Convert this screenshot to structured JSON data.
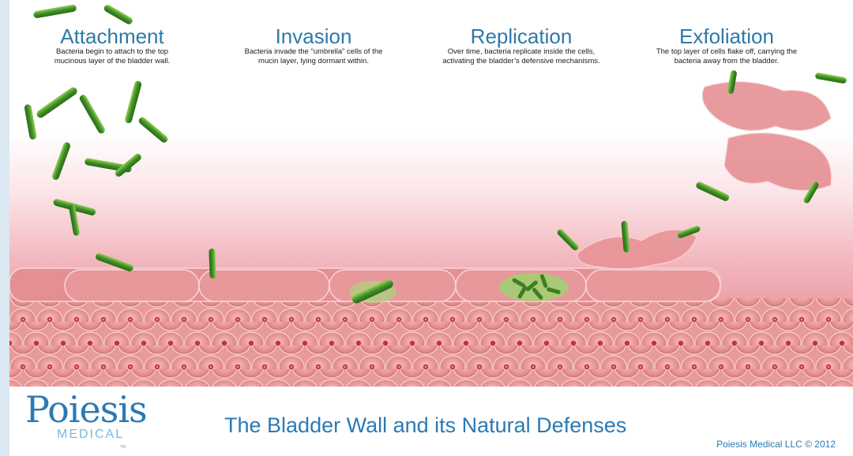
{
  "steps": [
    {
      "title": "Attachment",
      "desc_1": "Bacteria begin to attach to the top",
      "desc_2": "mucinous layer of the bladder wall."
    },
    {
      "title": "Invasion",
      "desc_1": "Bacteria invade the “umbrella” cells of the",
      "desc_2": "mucin layer, lying dormant within."
    },
    {
      "title": "Replication",
      "desc_1": "Over time, bacteria replicate inside the cells,",
      "desc_2": "activating the bladder’s defensive mechanisms."
    },
    {
      "title": "Exfoliation",
      "desc_1": "The top layer of cells flake off, carrying the",
      "desc_2": "bacteria away from the bladder."
    }
  ],
  "footer": {
    "logo_text": "Poiesis",
    "logo_sub": "MEDICAL",
    "logo_tm": "TM",
    "title": "The Bladder Wall and its Natural Defenses",
    "copyright": "Poiesis Medical LLC © 2012"
  },
  "colors": {
    "title_blue": "#2e79a8",
    "cell_pink": "#e58a8f",
    "bacteria_green": "#4d9a2a",
    "mucin_pink": "#f4c6cc"
  }
}
